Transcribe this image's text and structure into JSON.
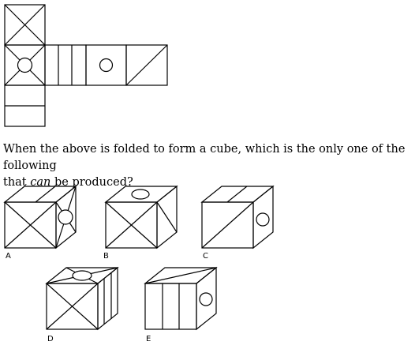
{
  "question": {
    "line1": "When the above is folded to form a cube, which is the only one of the following",
    "line2_start": "that ",
    "line2_italic": "can",
    "line2_end": " be produced?"
  },
  "options": [
    {
      "key": "a",
      "label": "A"
    },
    {
      "key": "b",
      "label": "B"
    },
    {
      "key": "c",
      "label": "C"
    },
    {
      "key": "d",
      "label": "D"
    },
    {
      "key": "e",
      "label": "E"
    }
  ]
}
